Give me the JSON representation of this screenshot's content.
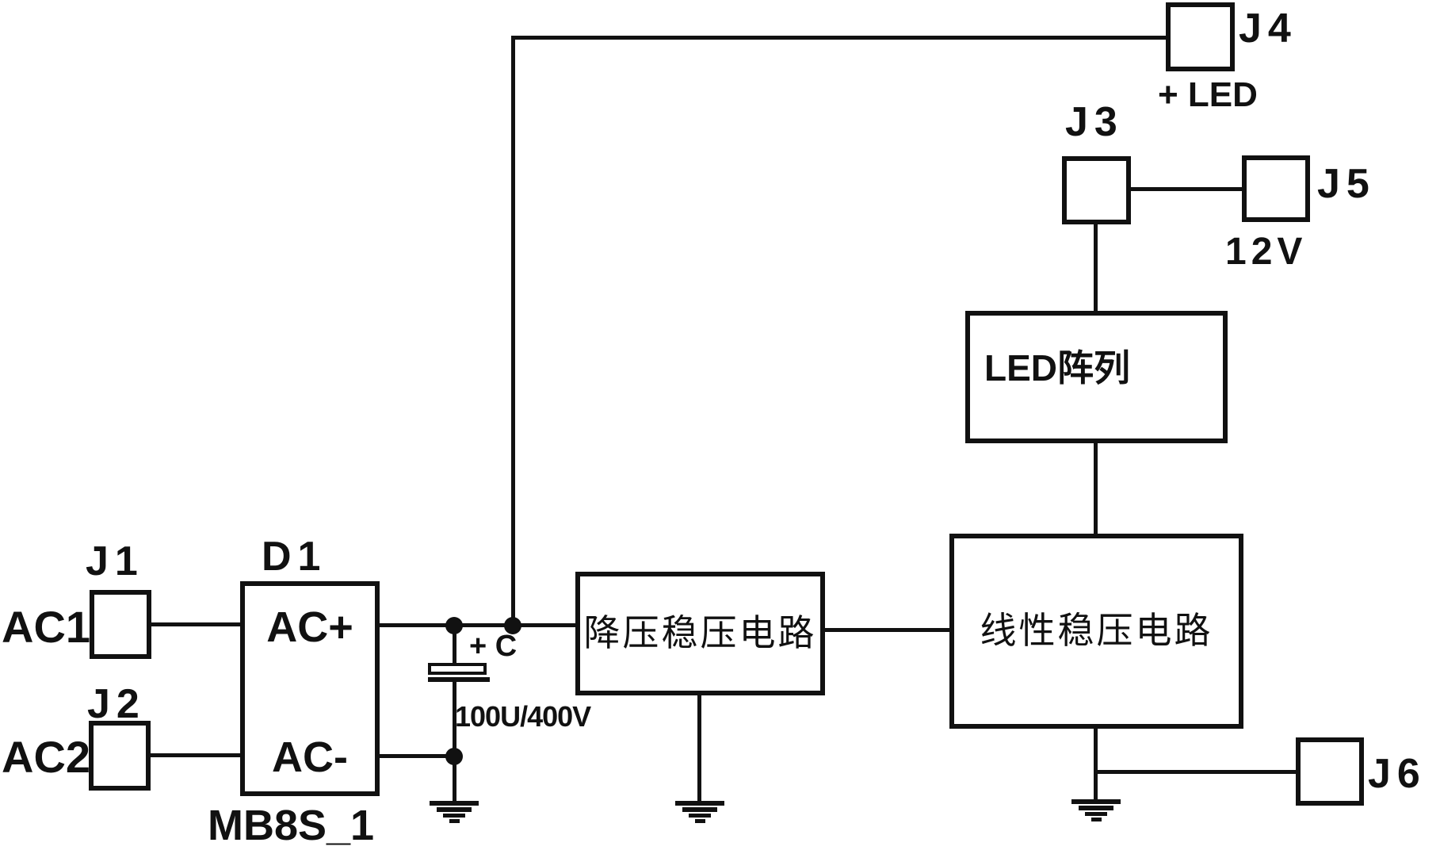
{
  "colors": {
    "ink": "#111111",
    "background": "#ffffff"
  },
  "connectors": {
    "j1": {
      "label": "J1",
      "net_label": "AC1"
    },
    "j2": {
      "label": "J2",
      "net_label": "AC2"
    },
    "j3": {
      "label": "J3"
    },
    "j4": {
      "label": "J4",
      "net_label": "+ LED"
    },
    "j5": {
      "label": "J5",
      "net_label": "12V"
    },
    "j6": {
      "label": "J6"
    }
  },
  "components": {
    "bridge_rectifier": {
      "designator": "D1",
      "part_number": "MB8S_1",
      "pin_positive": "AC+",
      "pin_negative": "AC-"
    },
    "filter_capacitor": {
      "designator": "+ C",
      "value": "100U/400V"
    },
    "buck_regulator": {
      "label": "降压稳压电路"
    },
    "linear_regulator": {
      "label": "线性稳压电路"
    },
    "led_array": {
      "label": "LED阵列"
    }
  }
}
